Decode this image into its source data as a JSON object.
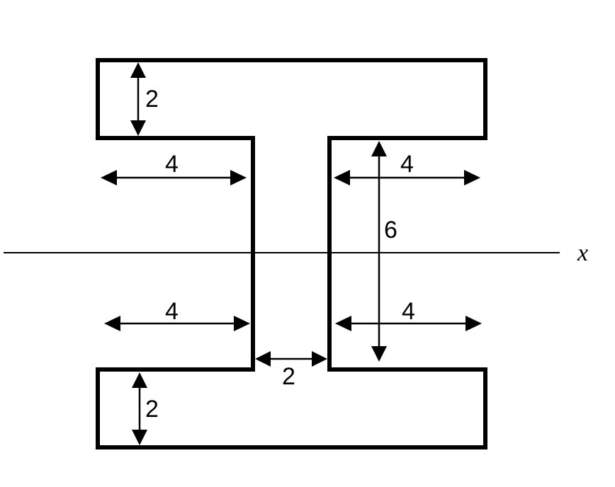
{
  "axis": {
    "label": "x"
  },
  "dimensions": {
    "top_flange_thickness": "2",
    "bottom_flange_thickness": "2",
    "upper_left_overhang": "4",
    "upper_right_overhang": "4",
    "lower_left_overhang": "4",
    "lower_right_overhang": "4",
    "web_height": "6",
    "web_width": "2"
  }
}
